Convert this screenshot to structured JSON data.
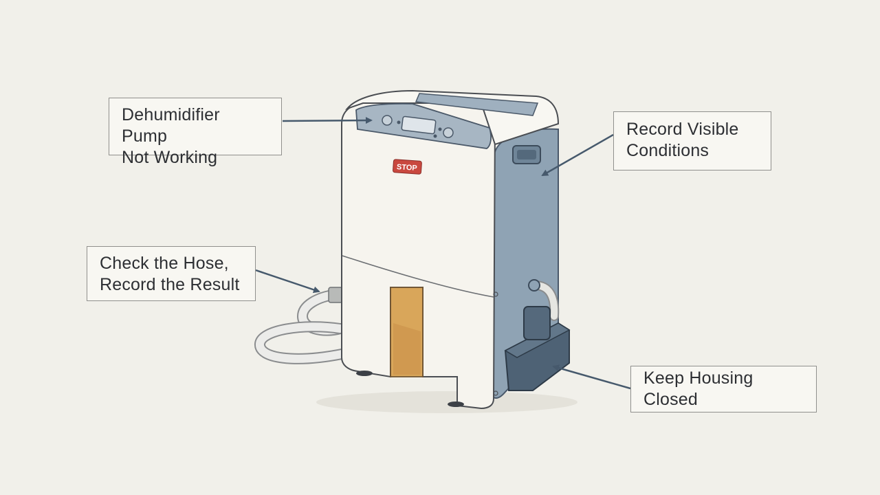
{
  "labels": {
    "pump": "Dehumidifier Pump\nNot Working",
    "record": "Record Visible\nConditions",
    "hose": "Check the Hose,\nRecord the Result",
    "housing": "Keep Housing Closed"
  },
  "device": {
    "stop_badge": "STOP"
  },
  "colors": {
    "background": "#f1f0ea",
    "body": "#f6f4ee",
    "side_panel": "#8fa3b4",
    "dark_slate": "#4e6275",
    "stop_red": "#c9483f",
    "tank": "#d9a65a",
    "arrow": "#46596c"
  }
}
